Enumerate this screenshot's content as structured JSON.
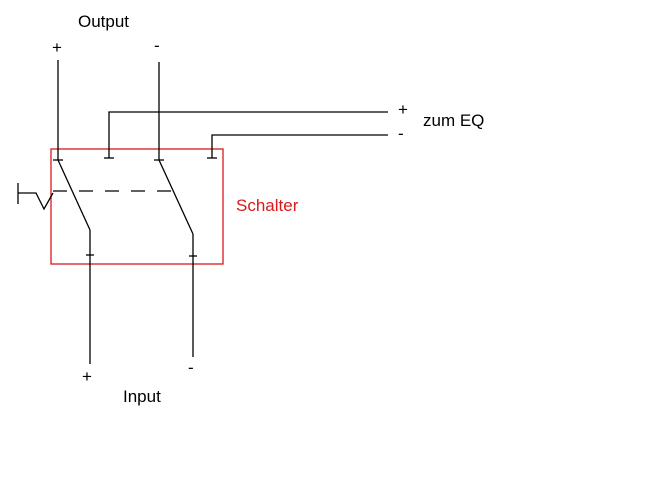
{
  "labels": {
    "output": "Output",
    "input": "Input",
    "zum_eq": "zum EQ",
    "schalter": "Schalter"
  },
  "signs": {
    "output_plus": "+",
    "output_minus": "-",
    "eq_plus": "+",
    "eq_minus": "-",
    "input_plus": "+",
    "input_minus": "-"
  },
  "colors": {
    "wire": "#000000",
    "switch_box": "#d81a1a",
    "schalter_label": "#d81a1a",
    "background": "#ffffff"
  }
}
